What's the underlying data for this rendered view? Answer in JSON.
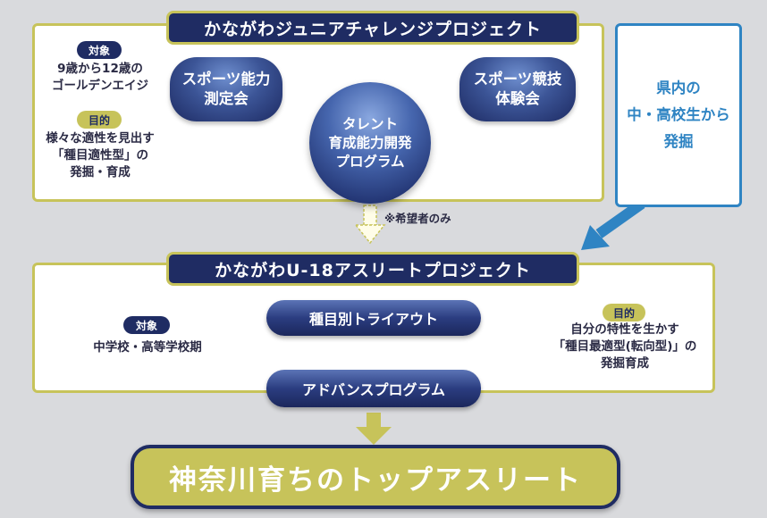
{
  "junior": {
    "title": "かながわジュニアチャレンジプロジェクト",
    "target_tag": "対象",
    "target_text": "9歳から12歳の\nゴールデンエイジ",
    "purpose_tag": "目的",
    "purpose_text": "様々な適性を見出す\n「種目適性型」の\n発掘・育成",
    "measure": "スポーツ能力\n測定会",
    "experience": "スポーツ競技\n体験会",
    "talent": "タレント\n育成能力開発\nプログラム"
  },
  "scout": "県内の\n中・高校生から\n発掘",
  "note": "※希望者のみ",
  "u18": {
    "title": "かながわU-18アスリートプロジェクト",
    "target_tag": "対象",
    "target_text": "中学校・高等学校期",
    "tryout": "種目別トライアウト",
    "advance": "アドバンスプログラム",
    "purpose_tag": "目的",
    "purpose_text": "自分の特性を生かす\n「種目最適型(転向型)」の\n発掘育成"
  },
  "final": "神奈川育ちのトップアスリート",
  "colors": {
    "navy": "#1f2c63",
    "gold": "#c7c35a",
    "blue": "#2f84c3",
    "background": "#d9dadd"
  }
}
